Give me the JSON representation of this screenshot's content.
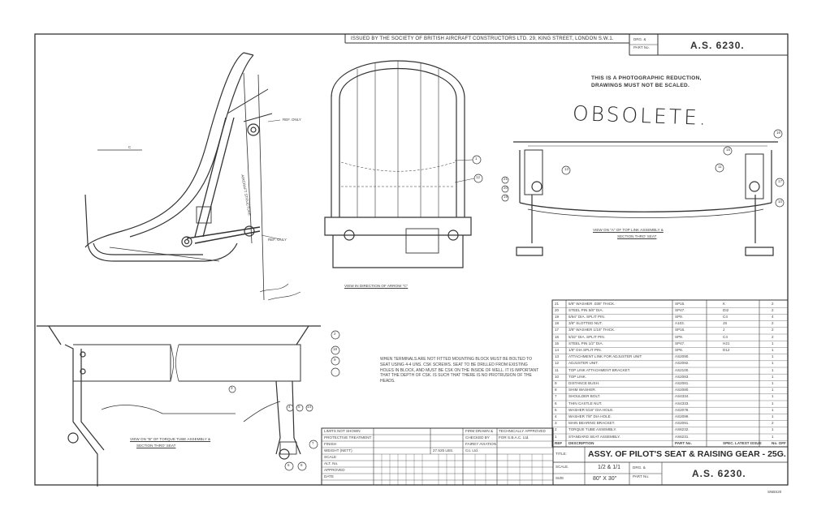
{
  "header": {
    "issuer": "ISSUED BY THE SOCIETY OF BRITISH AIRCRAFT CONSTRUCTORS LTD. 29, KING STREET, LONDON S.W.1.",
    "drg_label_1": "DRG. &",
    "drg_label_2": "PART No.",
    "drawing_number": "A.S. 6230."
  },
  "notices": {
    "photo_line_1": "THIS IS A PHOTOGRAPHIC REDUCTION,",
    "photo_line_2": "DRAWINGS MUST NOT BE SCALED.",
    "obsolete": "OBSOLETE."
  },
  "views": {
    "arrow_c": "VIEW IN DIRECTION OF ARROW \"C\"",
    "link_view_1": "VIEW ON \"A\" OF TOP LINK ASSEMBLY &",
    "link_view_2": "SECTION THRO' SEAT",
    "tube_view_1": "VIEW ON \"B\" OF TORQUE TUBE ASSEMBLY &",
    "tube_view_2": "SECTION THRO' SEAT",
    "ref_only_1": "REF. ONLY",
    "ref_only_2": "REF. ONLY",
    "aircraft_structure": "AIRCRAFT STRUCTURE",
    "c_label": "C"
  },
  "instructions": "WHEN TERMINALS ARE NOT FITTED MOUNTING BLOCK MUST BE BOLTED TO SEAT USING 4-4 UNS. CSK SCREWS. SEAT TO BE DRILLED FROM EXISTING HOLES IN BLOCK, AND MUST BE CSK ON THE INSIDE OF WELL. IT IS IMPORTANT THAT THE DEPTH OF CSK. IS SUCH THAT THERE IS NO PROTRUSION OF THE HEADS.",
  "balloons": [
    "1",
    "12",
    "13",
    "11",
    "15",
    "16",
    "17",
    "10",
    "21",
    "20",
    "19",
    "2",
    "18",
    "9",
    "7",
    "8",
    "6",
    "3",
    "4",
    "5",
    "14"
  ],
  "parts_list": {
    "headers": [
      "REF",
      "DESCRIPTION",
      "PART No.",
      "SPEC. LATEST ISSUE",
      "No. OFF"
    ],
    "rows": [
      {
        "ref": "21",
        "desc": "5/8\" WASHER .036\" THICK.",
        "part": "SP15.",
        "spec": "K",
        "qty": "2"
      },
      {
        "ref": "20",
        "desc": "STEEL PIN 5/8\" DIA.",
        "part": "SP47.",
        "spec": "DI2",
        "qty": "2"
      },
      {
        "ref": "19",
        "desc": "5/64\" DIA. SPLIT PIN.",
        "part": "SP9.",
        "spec": "C4",
        "qty": "4"
      },
      {
        "ref": "18",
        "desc": "3/8\" SLOTTED NUT.",
        "part": "A103.",
        "spec": "JS",
        "qty": "2"
      },
      {
        "ref": "17",
        "desc": "3/8\" WASHER 1/16\" THICK.",
        "part": "SP16.",
        "spec": "J",
        "qty": "2"
      },
      {
        "ref": "16",
        "desc": "5/32\" DIA. SPLIT PIN.",
        "part": "SP9.",
        "spec": "C4",
        "qty": "2"
      },
      {
        "ref": "15",
        "desc": "STEEL PIN 1/2\" DIA.",
        "part": "SP47.",
        "spec": "H21",
        "qty": "1"
      },
      {
        "ref": "14",
        "desc": "1/8\" DIA SPLIT PIN.",
        "part": "SP8.",
        "spec": "D12",
        "qty": "1"
      },
      {
        "ref": "13",
        "desc": "ATTACHMENT LINK FOR ADJUSTER UNIT",
        "part": "AS2090.",
        "spec": "",
        "qty": "1"
      },
      {
        "ref": "12",
        "desc": "ADJUSTER UNIT.",
        "part": "AS2092.",
        "spec": "",
        "qty": "1"
      },
      {
        "ref": "11",
        "desc": "TOP LINK ATTACHMENT BRACKET.",
        "part": "AS2100.",
        "spec": "",
        "qty": "1"
      },
      {
        "ref": "10",
        "desc": "TOP LINK.",
        "part": "AS2083.",
        "spec": "",
        "qty": "1"
      },
      {
        "ref": "9",
        "desc": "DISTANCE BUSH.",
        "part": "AS2081.",
        "spec": "",
        "qty": "1"
      },
      {
        "ref": "8",
        "desc": "SHIM WASHER.",
        "part": "AS2080.",
        "spec": "",
        "qty": "1"
      },
      {
        "ref": "7",
        "desc": "SHOULDER BOLT.",
        "part": "AS4334.",
        "spec": "",
        "qty": "1"
      },
      {
        "ref": "6",
        "desc": "THIN CASTLE NUT.",
        "part": "AS4333.",
        "spec": "",
        "qty": "1"
      },
      {
        "ref": "5",
        "desc": "WASHER 5/16\" DIA HOLE.",
        "part": "AS2078.",
        "spec": "",
        "qty": "1"
      },
      {
        "ref": "4",
        "desc": "WASHER 7/8\" DIA HOLE.",
        "part": "AS2099.",
        "spec": "",
        "qty": "1"
      },
      {
        "ref": "3",
        "desc": "MAIN BEARING BRACKET.",
        "part": "AS2091.",
        "spec": "",
        "qty": "2"
      },
      {
        "ref": "2",
        "desc": "TORQUE TUBE ASSEMBLY.",
        "part": "AS6232.",
        "spec": "",
        "qty": "1"
      },
      {
        "ref": "1",
        "desc": "STANDARD SEAT ASSEMBLY.",
        "part": "AS6231.",
        "spec": "",
        "qty": "1"
      }
    ]
  },
  "limits_block": {
    "limits": "LIMITS NOT SHOWN",
    "protective": "PROTECTIVE TREATMENT",
    "finish": "FINISH",
    "weight": "WEIGHT (NETT)",
    "weight_value": "27.525 LBS.",
    "scale": "SCALE",
    "alt_no": "ALT. No.",
    "approved": "APPROVED",
    "date": "DATE",
    "firm_drawn": "FIRM DRAWN &",
    "checked_by": "CHECKED BY",
    "firm_name": "FAIREY AVIATION",
    "co_ltd": "Co. Ltd.",
    "tech_approved": "TECHNICALLY APPROVED",
    "for_sbac": "FOR S.B.A.C. Ltd."
  },
  "title_block": {
    "title_label": "TITLE:",
    "title": "ASSY. OF PILOT'S SEAT & RAISING GEAR - 25G.",
    "scale_label": "SCALE.",
    "scale_value": "1/2 & 1/1",
    "size_label": "SIZE",
    "size_value": "80\" X 30\"",
    "drg_label_1": "DRG. &",
    "drg_label_2": "PART No.",
    "drawing_number": "A.S. 6230."
  },
  "corner_stamp": "SNBS20"
}
